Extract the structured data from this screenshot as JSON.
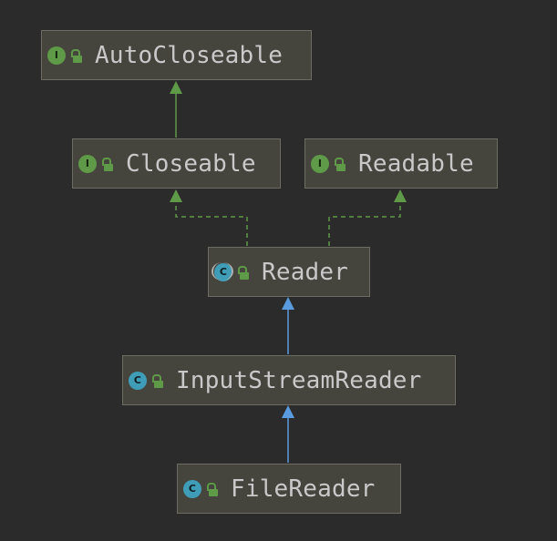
{
  "diagram": {
    "colors": {
      "background": "#2b2b2b",
      "node_fill": "#45443d",
      "node_border": "#6c6c63",
      "text": "#c9c9c9",
      "interface_badge": "#5e9a47",
      "class_badge": "#3f9db8",
      "implements_edge": "#5e9a47",
      "extends_edge": "#5a9be0"
    },
    "nodes": [
      {
        "id": "autocloseable",
        "label": "AutoCloseable",
        "kind": "interface",
        "kind_letter": "I",
        "visibility_icon": "unlocked-icon"
      },
      {
        "id": "closeable",
        "label": "Closeable",
        "kind": "interface",
        "kind_letter": "I",
        "visibility_icon": "unlocked-icon"
      },
      {
        "id": "readable",
        "label": "Readable",
        "kind": "interface",
        "kind_letter": "I",
        "visibility_icon": "unlocked-icon"
      },
      {
        "id": "reader",
        "label": "Reader",
        "kind": "abstract-class",
        "kind_letter": "C",
        "visibility_icon": "unlocked-icon"
      },
      {
        "id": "inputstreamreader",
        "label": "InputStreamReader",
        "kind": "class",
        "kind_letter": "C",
        "visibility_icon": "unlocked-icon"
      },
      {
        "id": "filereader",
        "label": "FileReader",
        "kind": "class",
        "kind_letter": "C",
        "visibility_icon": "unlocked-icon"
      }
    ],
    "edges": [
      {
        "from": "closeable",
        "to": "autocloseable",
        "relation": "extends",
        "style": "solid",
        "color": "#5e9a47"
      },
      {
        "from": "reader",
        "to": "closeable",
        "relation": "implements",
        "style": "dashed",
        "color": "#5e9a47"
      },
      {
        "from": "reader",
        "to": "readable",
        "relation": "implements",
        "style": "dashed",
        "color": "#5e9a47"
      },
      {
        "from": "inputstreamreader",
        "to": "reader",
        "relation": "extends",
        "style": "solid",
        "color": "#5a9be0"
      },
      {
        "from": "filereader",
        "to": "inputstreamreader",
        "relation": "extends",
        "style": "solid",
        "color": "#5a9be0"
      }
    ]
  }
}
